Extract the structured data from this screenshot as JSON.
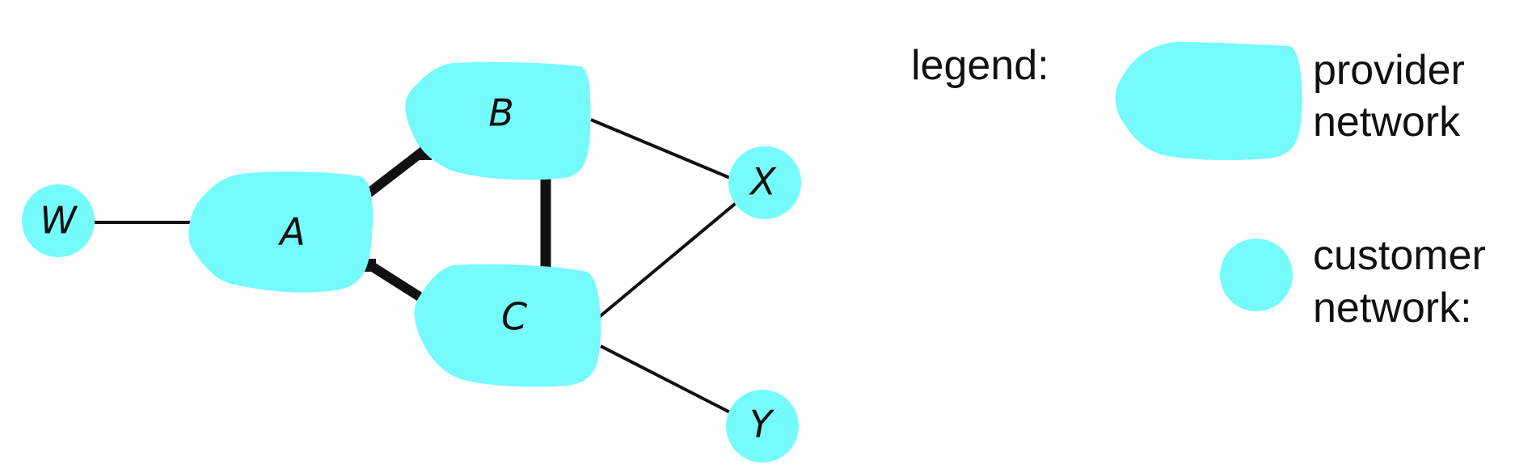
{
  "colors": {
    "network_fill": "#76fbfd",
    "link_color": "#111111",
    "background": "#ffffff"
  },
  "nodes": {
    "W": {
      "label": "W",
      "kind": "customer"
    },
    "A": {
      "label": "A",
      "kind": "provider"
    },
    "B": {
      "label": "B",
      "kind": "provider"
    },
    "C": {
      "label": "C",
      "kind": "provider"
    },
    "X": {
      "label": "X",
      "kind": "customer"
    },
    "Y": {
      "label": "Y",
      "kind": "customer"
    }
  },
  "links": [
    {
      "from": "W",
      "to": "A",
      "weight": "thin"
    },
    {
      "from": "A",
      "to": "B",
      "weight": "thick"
    },
    {
      "from": "A",
      "to": "C",
      "weight": "thick"
    },
    {
      "from": "B",
      "to": "C",
      "weight": "thick"
    },
    {
      "from": "B",
      "to": "X",
      "weight": "thin"
    },
    {
      "from": "C",
      "to": "X",
      "weight": "thin"
    },
    {
      "from": "C",
      "to": "Y",
      "weight": "thin"
    }
  ],
  "legend": {
    "title": "legend:",
    "provider_line1": "provider",
    "provider_line2": "network",
    "customer_line1": "customer",
    "customer_line2": "network:"
  }
}
